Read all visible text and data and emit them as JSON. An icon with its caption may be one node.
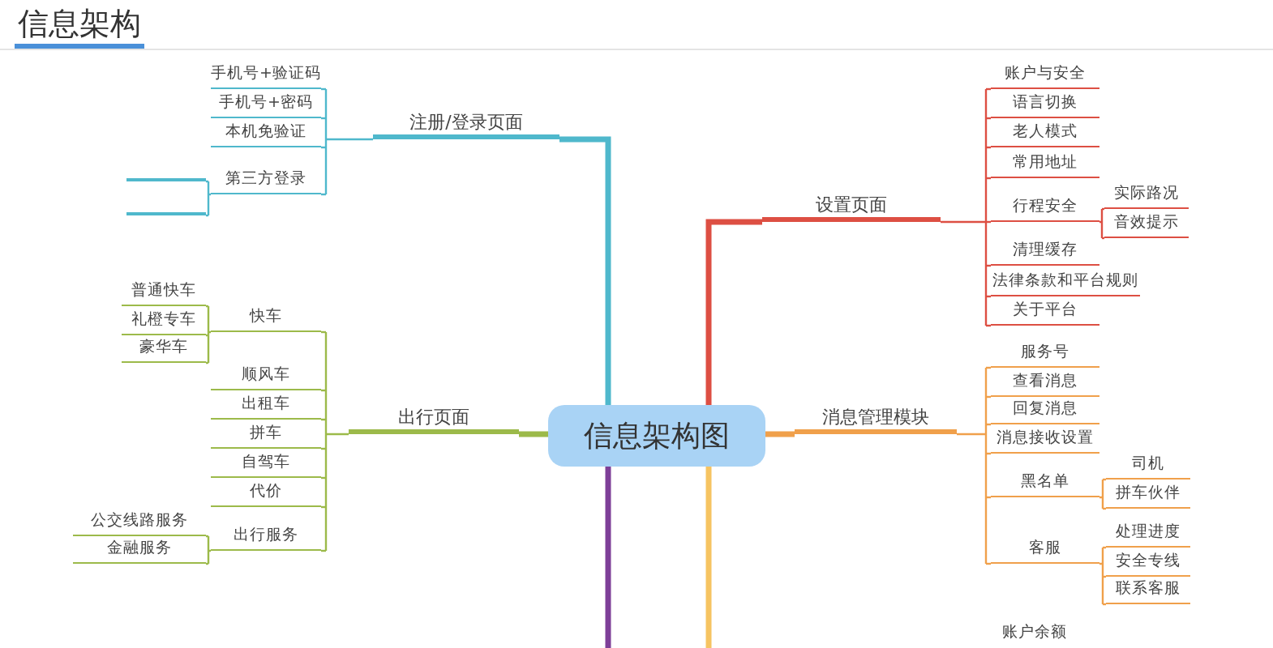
{
  "diagram": {
    "title": "信息架构",
    "nodes": [
      {
        "text": [
          "信息架构图"
        ]
      },
      {
        "text": [
          "注册/登录页面"
        ]
      },
      {
        "text": [
          "手机号+验证码"
        ]
      },
      {
        "text": [
          "手机号+密码"
        ]
      },
      {
        "text": [
          "本机免验证"
        ]
      },
      {
        "text": [
          "第三方登录"
        ]
      },
      {
        "text": [],
        "shape": "bar"
      },
      {
        "text": [],
        "shape": "bar"
      },
      {
        "text": [
          "出行页面"
        ]
      },
      {
        "text": [
          "快车"
        ]
      },
      {
        "text": [
          "普通快车"
        ]
      },
      {
        "text": [
          "礼橙专车"
        ]
      },
      {
        "text": [
          "豪华车"
        ]
      },
      {
        "text": [
          "顺风车"
        ]
      },
      {
        "text": [
          "出租车"
        ]
      },
      {
        "text": [
          "拼车"
        ]
      },
      {
        "text": [
          "自驾车"
        ]
      },
      {
        "text": [
          "代价"
        ]
      },
      {
        "text": [
          "出行服务"
        ]
      },
      {
        "text": [
          "公交线路服务"
        ]
      },
      {
        "text": [
          "金融服务"
        ]
      },
      {
        "text": [
          "设置页面"
        ]
      },
      {
        "text": [
          "账户与安全"
        ]
      },
      {
        "text": [
          "语言切换"
        ]
      },
      {
        "text": [
          "老人模式"
        ]
      },
      {
        "text": [
          "常用地址"
        ]
      },
      {
        "text": [
          "行程安全"
        ]
      },
      {
        "text": [
          "实际路况"
        ]
      },
      {
        "text": [
          "音效提示"
        ]
      },
      {
        "text": [
          "清理缓存"
        ]
      },
      {
        "text": [
          "法律条款和平台规则"
        ]
      },
      {
        "text": [
          "关于平台"
        ]
      },
      {
        "text": [
          "消息管理模块"
        ]
      },
      {
        "text": [
          "服务号"
        ]
      },
      {
        "text": [
          "查看消息"
        ]
      },
      {
        "text": [
          "回复消息"
        ]
      },
      {
        "text": [
          "消息接收设置"
        ]
      },
      {
        "text": [
          "黑名单"
        ]
      },
      {
        "text": [
          "司机"
        ]
      },
      {
        "text": [
          "拼车伙伴"
        ]
      },
      {
        "text": [
          "客服"
        ]
      },
      {
        "text": [
          "处理进度"
        ]
      },
      {
        "text": [
          "安全专线"
        ]
      },
      {
        "text": [
          "联系客服"
        ]
      }
    ],
    "edges": [
      {
        "from": 0,
        "to": 1,
        "arrow": "none",
        "style": "thick",
        "color": "#4fb8cc"
      },
      {
        "from": 1,
        "to": 2,
        "arrow": "none",
        "color": "#4fb8cc"
      },
      {
        "from": 1,
        "to": 3,
        "arrow": "none",
        "color": "#4fb8cc"
      },
      {
        "from": 1,
        "to": 4,
        "arrow": "none",
        "color": "#4fb8cc"
      },
      {
        "from": 1,
        "to": 5,
        "arrow": "none",
        "color": "#4fb8cc"
      },
      {
        "from": 5,
        "to": 6,
        "arrow": "none",
        "color": "#4fb8cc"
      },
      {
        "from": 5,
        "to": 7,
        "arrow": "none",
        "color": "#4fb8cc"
      },
      {
        "from": 0,
        "to": 8,
        "arrow": "none",
        "style": "thick"
      },
      {
        "from": 8,
        "to": 9,
        "arrow": "none"
      },
      {
        "from": 8,
        "to": 13,
        "arrow": "none"
      },
      {
        "from": 8,
        "to": 14,
        "arrow": "none"
      },
      {
        "from": 8,
        "to": 15,
        "arrow": "none"
      },
      {
        "from": 8,
        "to": 16,
        "arrow": "none"
      },
      {
        "from": 8,
        "to": 17,
        "arrow": "none"
      },
      {
        "from": 8,
        "to": 18,
        "arrow": "none"
      },
      {
        "from": 9,
        "to": 10,
        "arrow": "none"
      },
      {
        "from": 9,
        "to": 11,
        "arrow": "none"
      },
      {
        "from": 9,
        "to": 12,
        "arrow": "none"
      },
      {
        "from": 18,
        "to": 19,
        "arrow": "none"
      },
      {
        "from": 18,
        "to": 20,
        "arrow": "none"
      },
      {
        "from": 0,
        "to": 21,
        "arrow": "none",
        "style": "thick",
        "color": "#dd4f43"
      },
      {
        "from": 21,
        "to": 22,
        "arrow": "none",
        "color": "#dd4f43"
      },
      {
        "from": 21,
        "to": 23,
        "arrow": "none",
        "color": "#dd4f43"
      },
      {
        "from": 21,
        "to": 24,
        "arrow": "none",
        "color": "#dd4f43"
      },
      {
        "from": 21,
        "to": 25,
        "arrow": "none",
        "color": "#dd4f43"
      },
      {
        "from": 21,
        "to": 26,
        "arrow": "none",
        "color": "#dd4f43"
      },
      {
        "from": 21,
        "to": 29,
        "arrow": "none",
        "color": "#dd4f43"
      },
      {
        "from": 21,
        "to": 30,
        "arrow": "none",
        "color": "#dd4f43"
      },
      {
        "from": 21,
        "to": 31,
        "arrow": "none",
        "color": "#dd4f43"
      },
      {
        "from": 26,
        "to": 27,
        "arrow": "none",
        "color": "#dd4f43"
      },
      {
        "from": 26,
        "to": 28,
        "arrow": "none",
        "color": "#dd4f43"
      },
      {
        "from": 0,
        "to": 32,
        "arrow": "none",
        "style": "thick",
        "color": "#f0a04b"
      },
      {
        "from": 32,
        "to": 33,
        "arrow": "none",
        "color": "#f0a04b"
      },
      {
        "from": 32,
        "to": 34,
        "arrow": "none",
        "color": "#f0a04b"
      },
      {
        "from": 32,
        "to": 35,
        "arrow": "none",
        "color": "#f0a04b"
      },
      {
        "from": 32,
        "to": 36,
        "arrow": "none",
        "color": "#f0a04b"
      },
      {
        "from": 32,
        "to": 37,
        "arrow": "none",
        "color": "#f0a04b"
      },
      {
        "from": 32,
        "to": 40,
        "arrow": "none",
        "color": "#f0a04b"
      },
      {
        "from": 37,
        "to": 38,
        "arrow": "none",
        "color": "#f0a04b"
      },
      {
        "from": 37,
        "to": 39,
        "arrow": "none",
        "color": "#f0a04b"
      },
      {
        "from": 40,
        "to": 41,
        "arrow": "none",
        "color": "#f0a04b"
      },
      {
        "from": 40,
        "to": 42,
        "arrow": "none",
        "color": "#f0a04b"
      },
      {
        "from": 40,
        "to": 43,
        "arrow": "none",
        "color": "#f0a04b"
      },
      {
        "from": 0,
        "to": null,
        "arrow": "none",
        "style": "thick",
        "color": "#7e3f98"
      },
      {
        "from": 0,
        "to": null,
        "arrow": "none",
        "style": "thick",
        "color": "#f6c462"
      }
    ],
    "labels": [
      "账户余额"
    ]
  }
}
